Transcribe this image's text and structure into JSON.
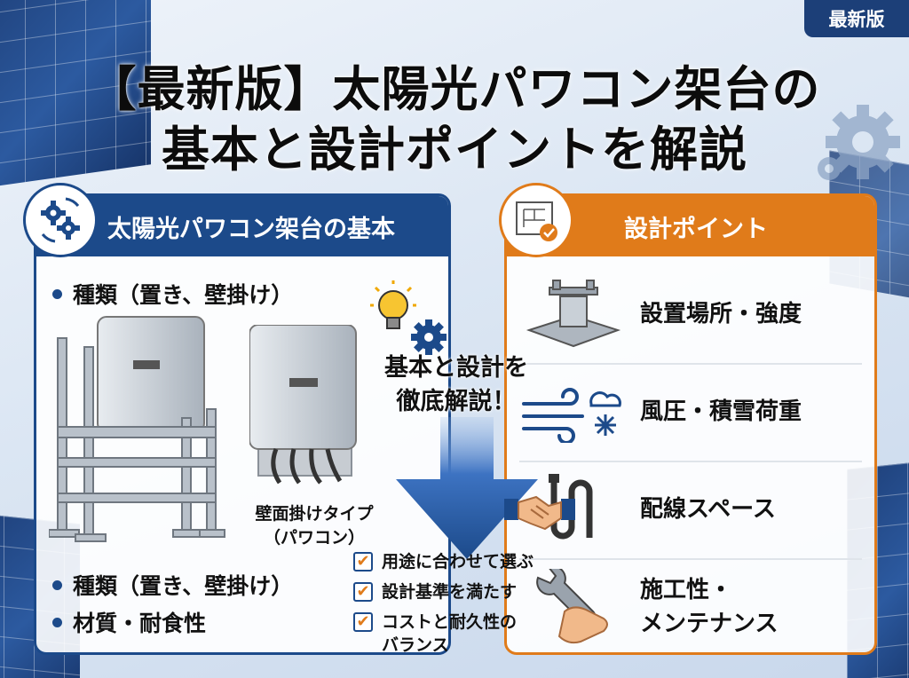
{
  "badge": "最新版",
  "title": {
    "line1": "【最新版】太陽光パワコン架台の",
    "line2": "基本と設計ポイントを解説"
  },
  "left_card": {
    "heading": "太陽光パワコン架台の基本",
    "bullet_top": "種類（置き、壁掛け）",
    "caption_line1": "壁面掛けタイプ",
    "caption_line2": "（パワコン）",
    "bullet_bottom_1": "種類（置き、壁掛け）",
    "bullet_bottom_2": "材質・耐食性"
  },
  "center": {
    "line1": "基本と設計を",
    "line2": "徹底解説！",
    "checklist": [
      "用途に合わせて選ぶ",
      "設計基準を満たす",
      "コストと耐久性の"
    ],
    "checklist_tail": "バランス",
    "check_mark": "✔"
  },
  "right_card": {
    "heading": "設計ポイント",
    "items": [
      {
        "label": "設置場所・強度",
        "icon": "steel-base-icon"
      },
      {
        "label": "風圧・積雪荷重",
        "icon": "wind-snow-icon"
      },
      {
        "label": "配線スペース",
        "icon": "cable-icon"
      },
      {
        "label": "施工性・",
        "label2": "メンテナンス",
        "icon": "wrench-hand-icon"
      }
    ]
  },
  "colors": {
    "navy": "#1c4a8a",
    "orange": "#e07b1a",
    "badge": "#1c3f78"
  }
}
